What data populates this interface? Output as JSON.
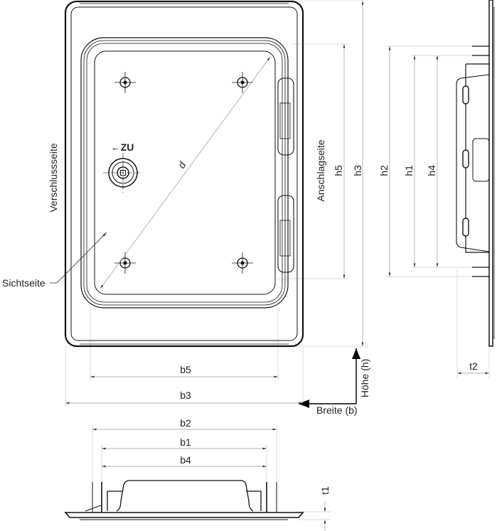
{
  "labels": {
    "closing_side": "Verschlussseite",
    "visible_side": "Sichtseite",
    "hinge_side": "Anschlagseite",
    "lock_direction": "←ZU",
    "diagonal": "d",
    "height_axis": "Höhe (h)",
    "width_axis": "Breite (b)"
  },
  "dimensions": {
    "h1": "h1",
    "h2": "h2",
    "h3": "h3",
    "h4": "h4",
    "h5": "h5",
    "b1": "b1",
    "b2": "b2",
    "b3": "b3",
    "b4": "b4",
    "b5": "b5",
    "t1": "t1",
    "t2": "t2"
  }
}
